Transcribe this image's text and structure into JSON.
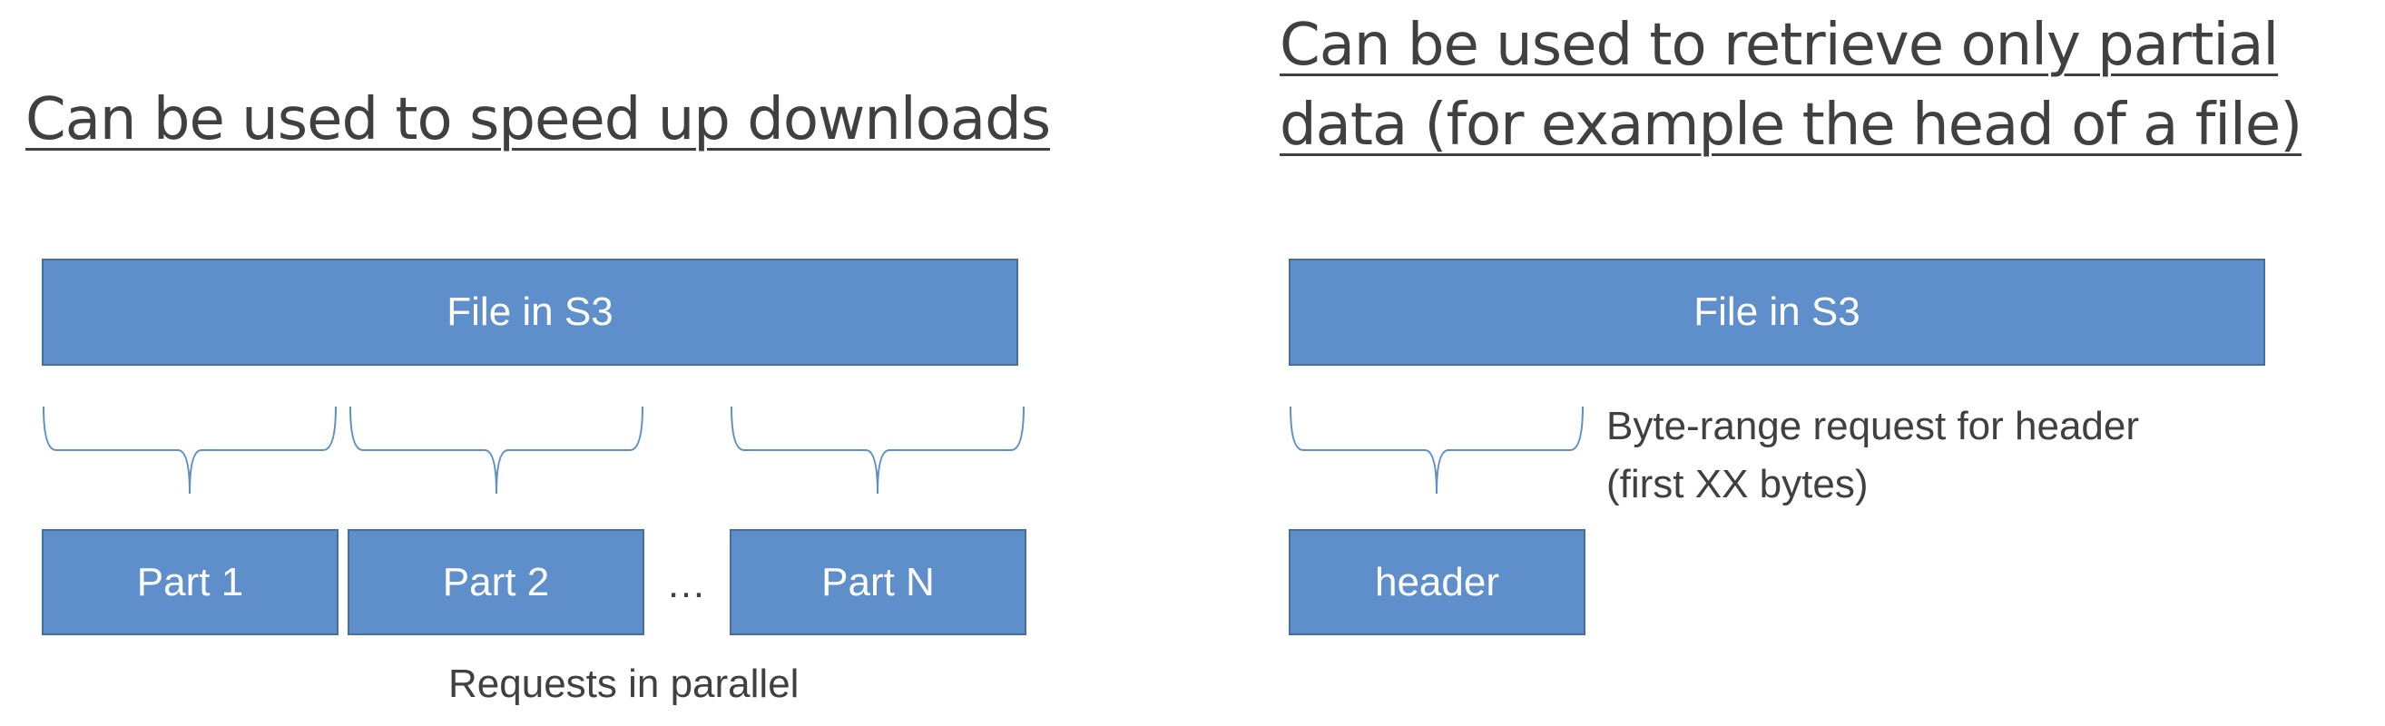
{
  "left_panel": {
    "heading": "Can be used to speed up downloads",
    "file_label": "File in S3",
    "parts": [
      "Part 1",
      "Part 2",
      "Part N"
    ],
    "ellipsis": "…",
    "caption": "Requests in parallel"
  },
  "right_panel": {
    "heading_line1": "Can be used to retrieve only partial",
    "heading_line2": "data (for example the head of a file)",
    "file_label": "File in S3",
    "part_label": "header",
    "annotation_line1": "Byte-range request for header",
    "annotation_line2": "(first XX bytes)"
  },
  "colors": {
    "box_fill": "#5f8fcb",
    "box_border": "#466f9e",
    "brace": "#5f8fcb",
    "text": "#404040"
  }
}
